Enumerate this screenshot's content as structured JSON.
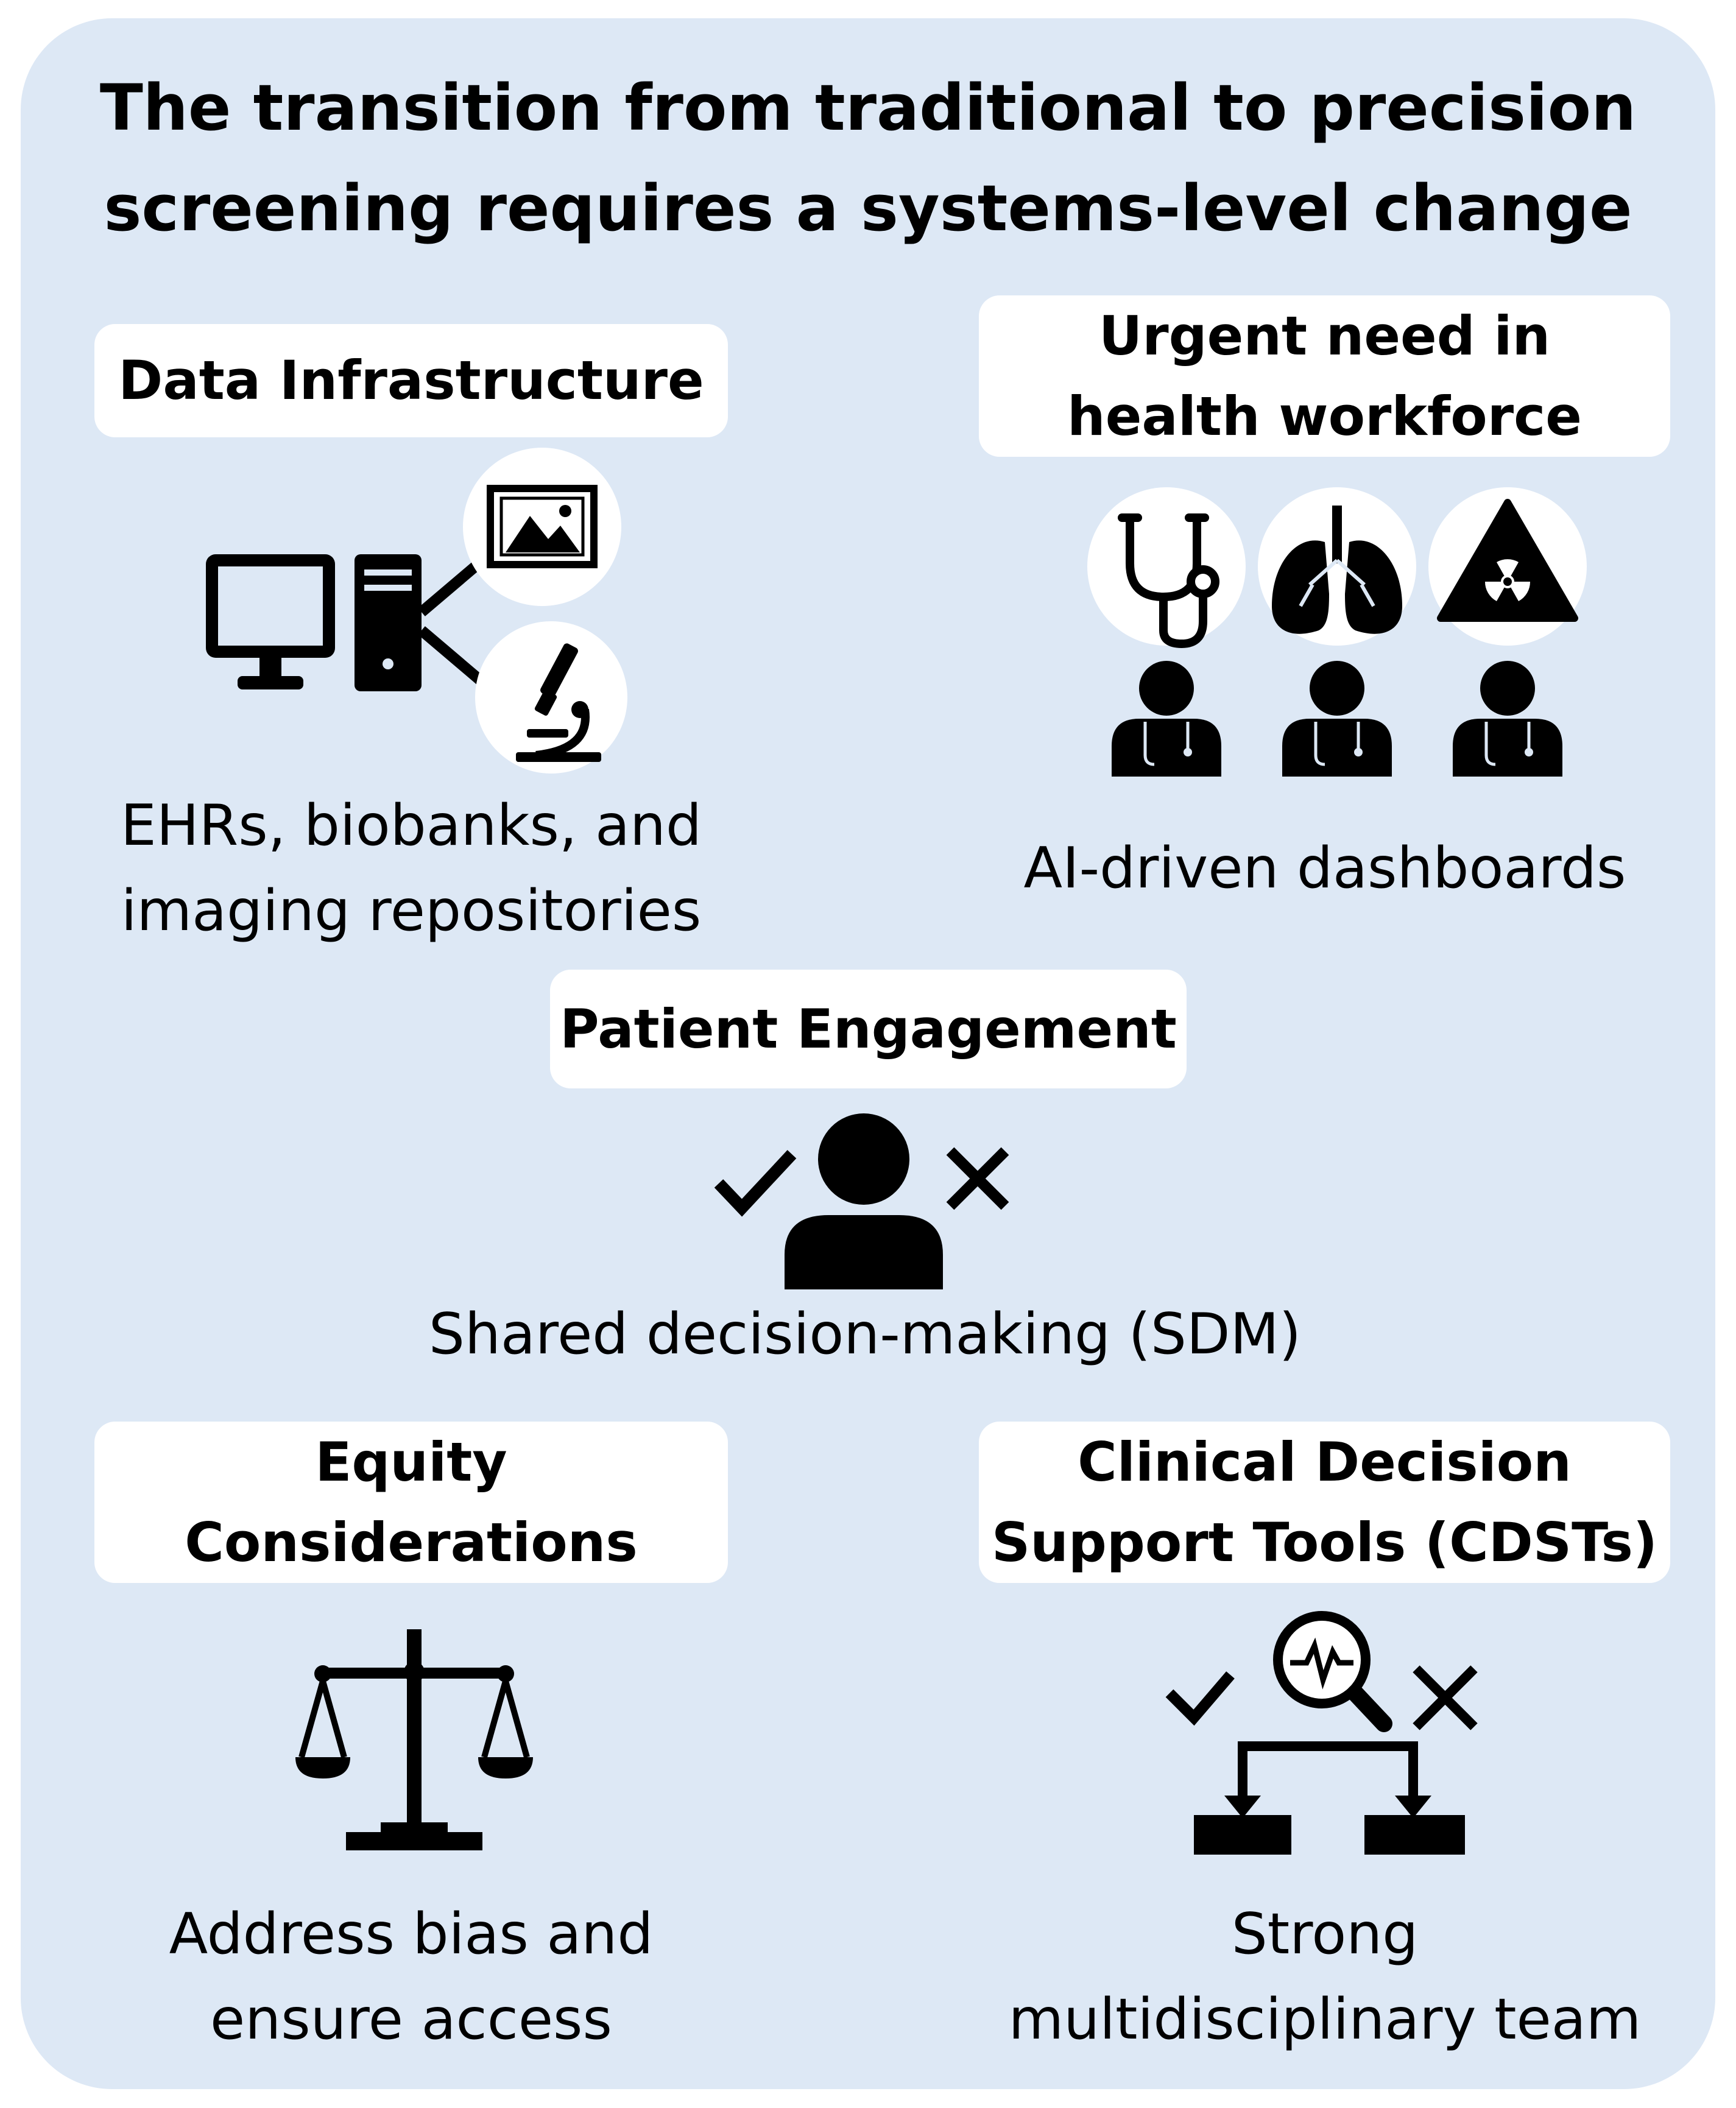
{
  "title": "The transition from traditional to precision screening requires a systems-level change",
  "sections": {
    "data_infrastructure": {
      "heading": "Data Infrastructure",
      "caption_line1": "EHRs, biobanks, and",
      "caption_line2": "imaging repositories",
      "icons": [
        "computer-monitor-icon",
        "computer-tower-icon",
        "image-icon",
        "microscope-icon"
      ]
    },
    "workforce": {
      "heading_line1": "Urgent need in",
      "heading_line2": "health workforce",
      "caption": "AI-driven dashboards",
      "icons": [
        "stethoscope-icon",
        "lungs-icon",
        "radiation-icon",
        "doctor-icon"
      ]
    },
    "patient_engagement": {
      "heading": "Patient Engagement",
      "caption": "Shared decision-making (SDM)",
      "icons": [
        "check-icon",
        "person-icon",
        "cross-icon"
      ]
    },
    "equity": {
      "heading_line1": "Equity",
      "heading_line2": "Considerations",
      "caption_line1": "Address bias and",
      "caption_line2": "ensure access",
      "icons": [
        "scales-icon"
      ]
    },
    "cdst": {
      "heading_line1": "Clinical Decision",
      "heading_line2": "Support Tools (CDSTs)",
      "caption_line1": "Strong",
      "caption_line2": "multidisciplinary team",
      "icons": [
        "check-icon",
        "magnifier-pulse-icon",
        "cross-icon",
        "decision-tree-icon"
      ]
    }
  },
  "colors": {
    "panel_background": "#dde8f5",
    "label_background": "#ffffff",
    "icon": "#000000"
  }
}
